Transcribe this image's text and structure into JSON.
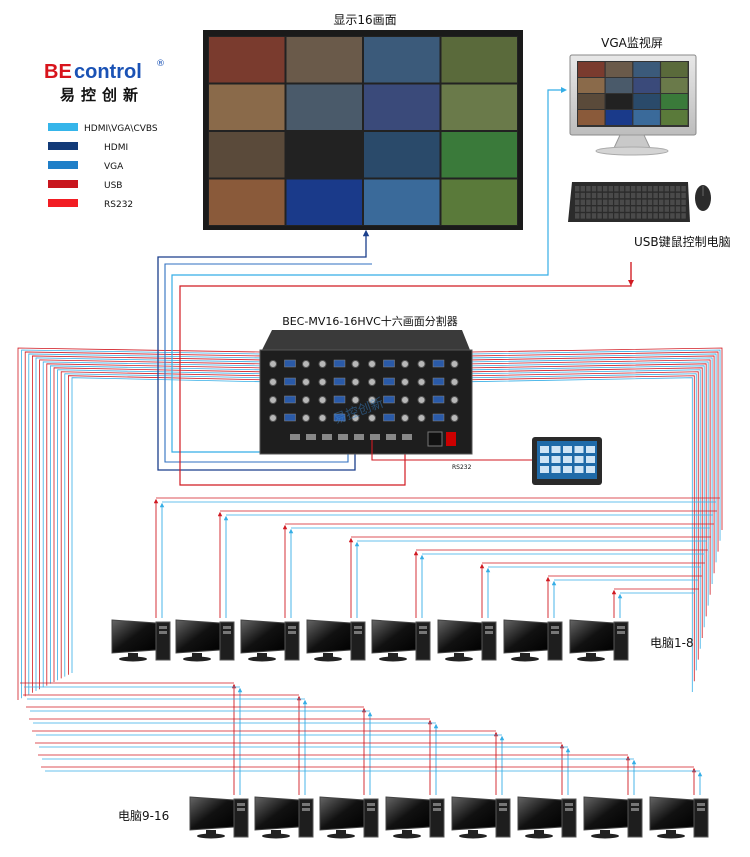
{
  "brand": {
    "logo_text_be": "BE",
    "logo_text_control": "control",
    "logo_reg": "®",
    "logo_sub": "易控创新",
    "accent_red": "#d8141c",
    "accent_blue": "#1a52b5"
  },
  "legend": [
    {
      "label": "HDMI\\VGA\\CVBS",
      "color": "#35b5ea"
    },
    {
      "label": "HDMI",
      "color": "#123a78"
    },
    {
      "label": "VGA",
      "color": "#1f7fc8"
    },
    {
      "label": "USB",
      "color": "#c8161e"
    },
    {
      "label": "RS232",
      "color": "#f21d23"
    }
  ],
  "labels": {
    "big_screen": "显示16画面",
    "vga_monitor": "VGA监视屏",
    "usb_pc": "USB键鼠控制电脑",
    "device": "BEC-MV16-16HVC十六画面分割器",
    "rs232": "RS232",
    "pcs_top": "电脑1-8",
    "pcs_bottom": "电脑9-16"
  },
  "device_panel_watermark": "易控创新",
  "colors": {
    "wire_blue": "#35aee6",
    "wire_red": "#d11a22",
    "wire_navy": "#1b3f8c"
  }
}
